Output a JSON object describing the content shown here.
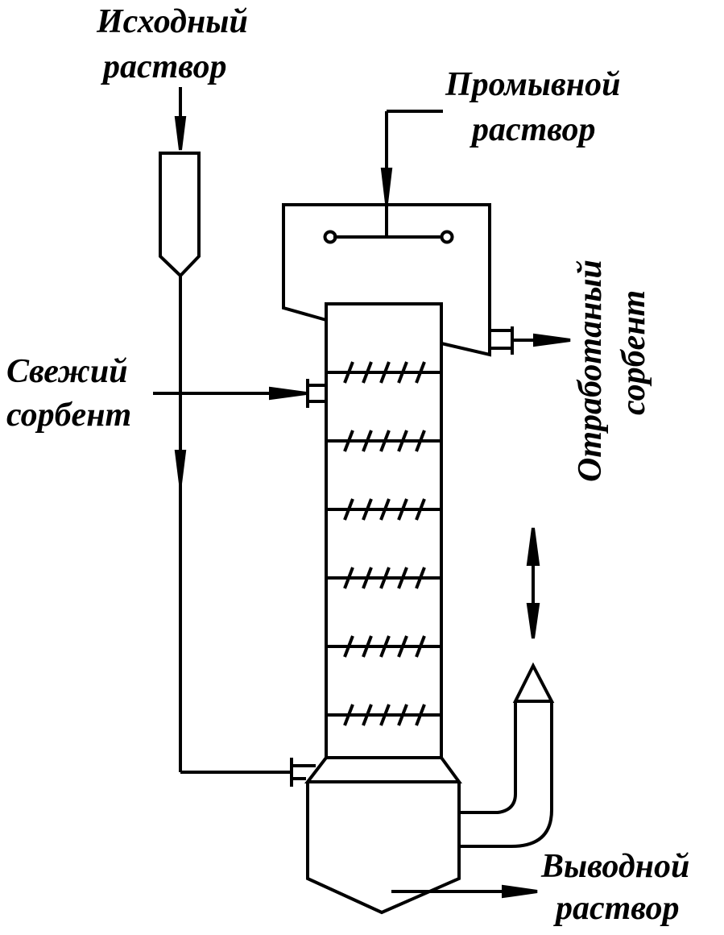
{
  "labels": {
    "source_solution": [
      "Исходный",
      "раствор"
    ],
    "wash_solution": [
      "Промывной",
      "раствор"
    ],
    "fresh_sorbent": [
      "Свежий",
      "сорбент"
    ],
    "spent_sorbent": [
      "Отработаный",
      "сорбент"
    ],
    "outlet_solution": [
      "Выводной",
      "раствор"
    ]
  },
  "colors": {
    "line": "#000000",
    "background": "#ffffff"
  },
  "column": {
    "tray_count": 6
  }
}
